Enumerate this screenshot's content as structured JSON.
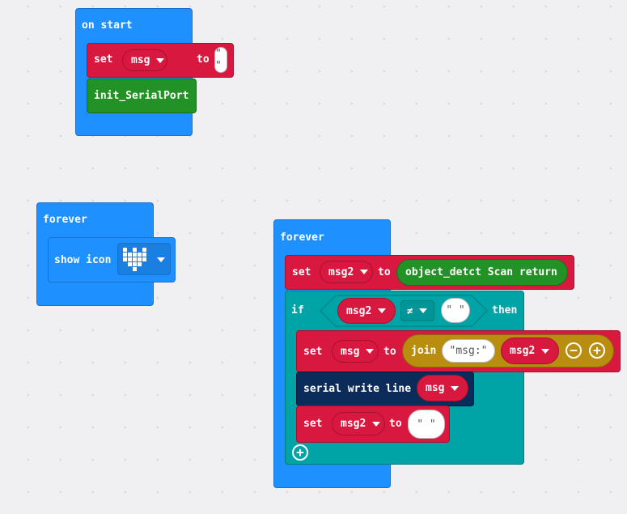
{
  "on_start": {
    "label": "on start",
    "set_label": "set",
    "var": "msg",
    "to_label": "to",
    "value": "\" \"",
    "call": "init_SerialPort"
  },
  "forever1": {
    "label": "forever",
    "show_icon_label": "show icon"
  },
  "forever2": {
    "label": "forever",
    "set_label": "set",
    "var": "msg2",
    "to_label": "to",
    "call": "object_detct Scan return",
    "if_label": "if",
    "cond_var": "msg2",
    "op": "≠",
    "cond_value": "\" \"",
    "then_label": "then",
    "set2_label": "set",
    "set2_var": "msg",
    "set2_to": "to",
    "join_label": "join",
    "join_str": "\"msg:\"",
    "join_var": "msg2",
    "minus": "−",
    "plus": "+",
    "serial_label": "serial write line",
    "serial_var": "msg",
    "set3_label": "set",
    "set3_var": "msg2",
    "set3_to": "to",
    "set3_value": "\" \"",
    "if_plus": "+"
  },
  "colors": {
    "events": "#1e90ff",
    "variables": "#d8183f",
    "functions": "#229126",
    "logic": "#00a4a6",
    "serial": "#0b2b5a",
    "text": "#b98d0f"
  }
}
